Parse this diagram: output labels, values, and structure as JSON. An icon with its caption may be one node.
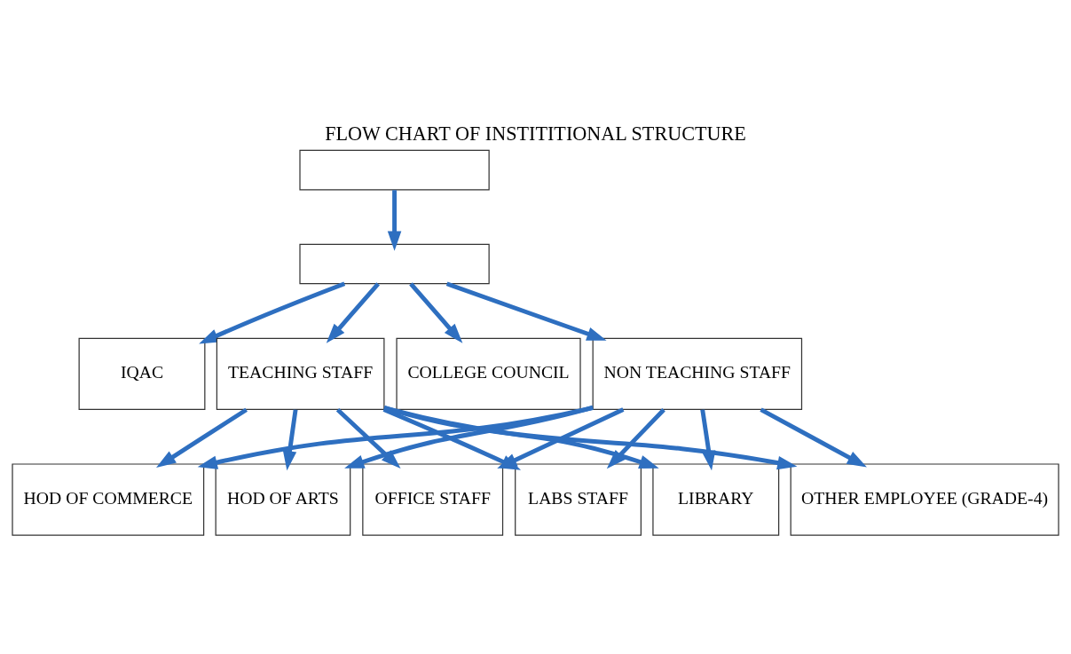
{
  "diagram": {
    "title": "FLOW CHART OF INSTITITIONAL STRUCTURE",
    "nodes": [
      {
        "text": [],
        "shape": "box"
      },
      {
        "text": [],
        "shape": "box"
      },
      {
        "text": [
          "IQAC"
        ]
      },
      {
        "text": [
          "TEACHING STAFF"
        ]
      },
      {
        "text": [
          "COLLEGE COUNCIL"
        ]
      },
      {
        "text": [
          "NON TEACHING STAFF"
        ]
      },
      {
        "text": [
          "HOD OF COMMERCE"
        ]
      },
      {
        "text": [
          "HOD OF ARTS"
        ]
      },
      {
        "text": [
          "OFFICE STAFF"
        ]
      },
      {
        "text": [
          "LABS STAFF"
        ]
      },
      {
        "text": [
          "LIBRARY"
        ]
      },
      {
        "text": [
          "OTHER EMPLOYEE (GRADE-4)"
        ]
      }
    ],
    "edges": [
      {
        "from": 0,
        "to": 1,
        "arrow": "to"
      },
      {
        "from": 1,
        "to": 2,
        "arrow": "to"
      },
      {
        "from": 1,
        "to": 3,
        "arrow": "to"
      },
      {
        "from": 1,
        "to": 4,
        "arrow": "to"
      },
      {
        "from": 1,
        "to": 5,
        "arrow": "to"
      },
      {
        "from": 3,
        "to": 6,
        "arrow": "to"
      },
      {
        "from": 3,
        "to": 7,
        "arrow": "to"
      },
      {
        "from": 3,
        "to": 8,
        "arrow": "to"
      },
      {
        "from": 3,
        "to": 9,
        "arrow": "to"
      },
      {
        "from": 3,
        "to": 10,
        "arrow": "to"
      },
      {
        "from": 3,
        "to": 11,
        "arrow": "to"
      },
      {
        "from": 5,
        "to": 6,
        "arrow": "to"
      },
      {
        "from": 5,
        "to": 7,
        "arrow": "to"
      },
      {
        "from": 5,
        "to": 8,
        "arrow": "to"
      },
      {
        "from": 5,
        "to": 9,
        "arrow": "to"
      },
      {
        "from": 5,
        "to": 10,
        "arrow": "to"
      },
      {
        "from": 5,
        "to": 11,
        "arrow": "to"
      }
    ]
  }
}
